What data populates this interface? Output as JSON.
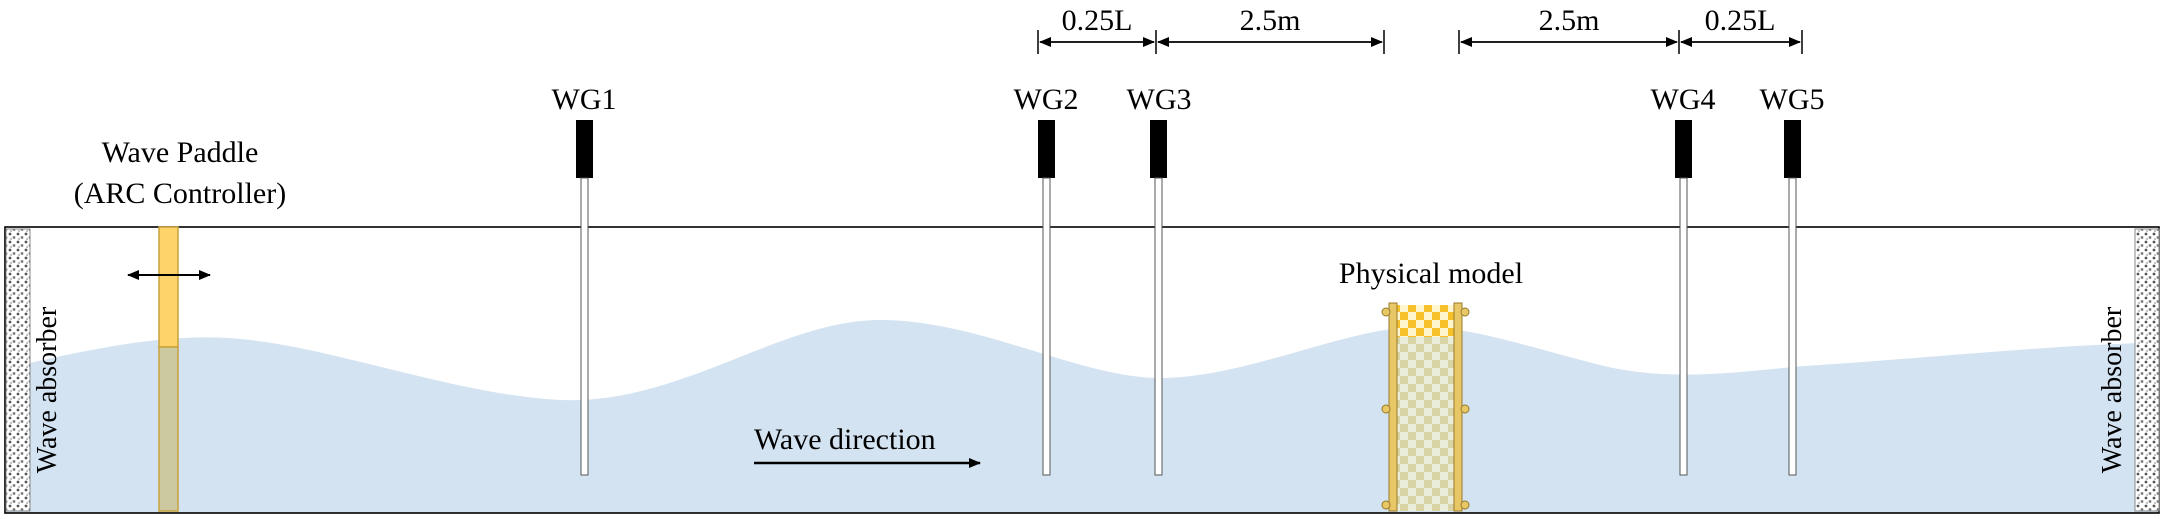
{
  "labels": {
    "wave_paddle_line1": "Wave Paddle",
    "wave_paddle_line2": "(ARC Controller)",
    "wave_absorber_left": "Wave absorber",
    "wave_absorber_right": "Wave absorber",
    "wave_direction": "Wave direction",
    "physical_model": "Physical model"
  },
  "gauges": {
    "wg1": "WG1",
    "wg2": "WG2",
    "wg3": "WG3",
    "wg4": "WG4",
    "wg5": "WG5"
  },
  "dimensions": {
    "wg2_wg3": "0.25L",
    "wg3_model": "2.5m",
    "model_wg4": "2.5m",
    "wg4_wg5": "0.25L"
  },
  "colors": {
    "water": "#d3e3f2",
    "paddle": "#fdd36a",
    "paddle_submerged": "#ccc8a0",
    "model_frame": "#e8c766",
    "model_checker_light": "#fff5cc",
    "model_checker_dark": "#f6c12a",
    "gauge_head": "#000000",
    "tank_outline": "#000000"
  }
}
